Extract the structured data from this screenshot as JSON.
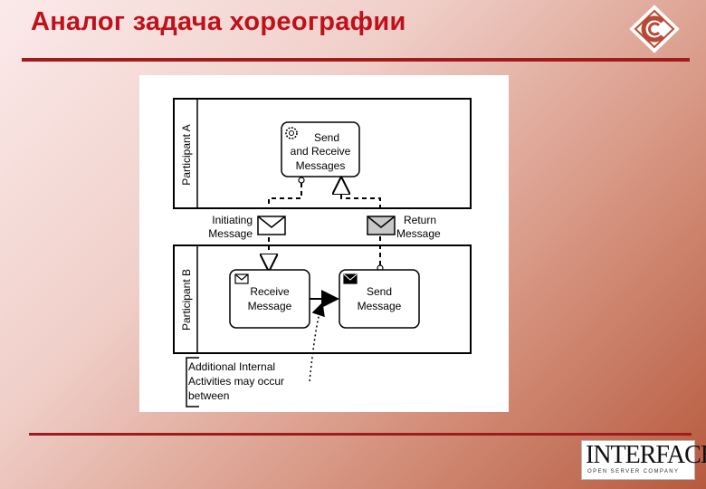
{
  "slide": {
    "title": "Аналог задача хореографии"
  },
  "diagram": {
    "pool_a_label": "Participant A",
    "pool_b_label": "Participant B",
    "task_a_line1": "Send",
    "task_a_line2": "and Receive",
    "task_a_line3": "Messages",
    "msg_initiating_line1": "Initiating",
    "msg_initiating_line2": "Message",
    "msg_return_line1": "Return",
    "msg_return_line2": "Message",
    "task_b1_line1": "Receive",
    "task_b1_line2": "Message",
    "task_b2_line1": "Send",
    "task_b2_line2": "Message",
    "annotation_line1": "Additional Internal",
    "annotation_line2": "Activities may occur",
    "annotation_line3": "between"
  },
  "brand": {
    "name": "INTERFACE",
    "tagline": "OPEN SERVER COMPANY"
  },
  "colors": {
    "title": "#c0101a",
    "rule": "#9e1c1c"
  }
}
